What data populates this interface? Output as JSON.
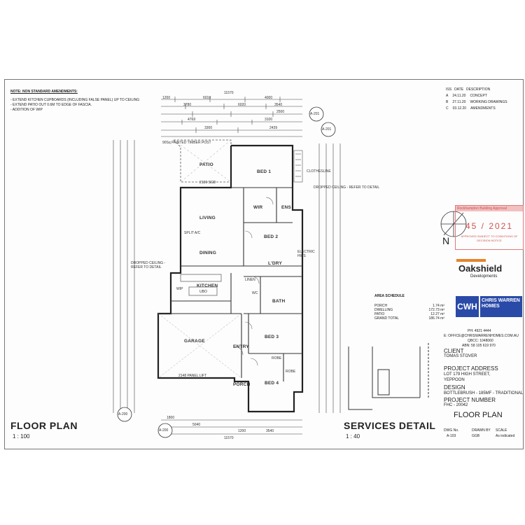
{
  "notes": {
    "heading": "NOTE: NON STANDARD AMENDMENTS:",
    "items": [
      "- EXTEND KITCHEN CUPBOARDS (INCLUDING FALSE PANEL) UP TO CEILING",
      "- EXTEND PATIO OUT 0.6M TO EDGE OF FASCIA.",
      "- ADDITION OF WIP"
    ]
  },
  "revisions": {
    "headers": [
      "ISS",
      "DATE",
      "DESCRIPTION"
    ],
    "rows": [
      [
        "A",
        "24.11.20",
        "CONCEPT"
      ],
      [
        "B",
        "27.11.20",
        "WORKING DRAWINGS"
      ],
      [
        "C",
        "03.12.20",
        "AMENDMENTS"
      ]
    ]
  },
  "stamp": {
    "header": "Rockhampton Building Approval",
    "number": "45 / 2021",
    "footer1": "APPROVED SUBJECT TO CONDITIONS OF",
    "footer2": "DECISION NOTICE"
  },
  "north": "N",
  "brand": {
    "oakshield": "Oakshield",
    "oakshield_sub": "Developments",
    "cwh": "CWH",
    "cwh_name": "CHRIS WARREN HOMES",
    "ph": "PH: 4921 4444",
    "email": "E: OFFICE@CHRISWARRENHOMES.COM.AU",
    "qbcc": "QBCC: 1048060",
    "abn": "ABN: 58 105 619 970"
  },
  "titleblock": {
    "client_label": "CLIENT",
    "client": "TOMAS STOVER",
    "address_label": "PROJECT ADDRESS",
    "address1": "LOT 179 HIGH STREET,",
    "address2": "YEPPOON",
    "design_label": "DESIGN",
    "design": "BOTTLEBRUSH - 185MF - TRADITIONAL",
    "projno_label": "PROJECT NUMBER",
    "projno": "FHC - 20042",
    "sheet_title": "FLOOR PLAN",
    "dwg_no_label": "DWG No.",
    "dwg_no": "A-103",
    "drawn_label": "DRAWN BY",
    "drawn": "GGB",
    "scale_label": "SCALE",
    "scale": "As indicated"
  },
  "area_schedule": {
    "title": "AREA SCHEDULE",
    "rows": [
      [
        "PORCH",
        "1.74 m²"
      ],
      [
        "DWELLING",
        "172.73 m²"
      ],
      [
        "PATIO",
        "12.27 m²"
      ],
      [
        "GRAND TOTAL",
        "186.74 m²"
      ]
    ]
  },
  "plan": {
    "floor_title": "FLOOR PLAN",
    "floor_scale": "1 : 100",
    "services_title": "SERVICES DETAIL",
    "services_scale": "1 : 40",
    "overall_dim": "11570",
    "rooms": {
      "patio": "PATIO",
      "bed1": "BED 1",
      "living": "LIVING",
      "dining": "DINING",
      "wir": "WIR",
      "ens": "ENS",
      "bed2": "BED 2",
      "ldry": "L'DRY",
      "linen": "LINEN",
      "bath": "BATH",
      "wc": "WC",
      "kitchen": "KITCHEN",
      "ubo": "UBO",
      "wip": "WIP",
      "garage": "GARAGE",
      "entry": "ENTRY",
      "porch": "PORCH",
      "bed3": "BED 3",
      "bed4": "BED 4",
      "robe3": "ROBE",
      "robe4": "ROBE"
    },
    "notes": {
      "timber_post": "90Sq PAINTED TIMBER POST",
      "dropped_ceiling_right": "DROPPED CEILING - REFER TO DETAIL",
      "dropped_ceiling_left": "DROPPED CEILING - REFER TO DETAIL",
      "electric_hws": "ELECTRIC HWS",
      "panel_lift": "2148 PANEL LIFT",
      "patio_door": "2136 SGD",
      "clothesline": "CLOTHESLINE",
      "split_ac": "SPLIT A/C"
    },
    "section_markers": [
      "A-201",
      "A-201",
      "A-200",
      "A-200"
    ],
    "top_dims": [
      "1200",
      "6010",
      "4000",
      "3780",
      "6020",
      "3540",
      "3100",
      "2500",
      "4769",
      "3300",
      "2439"
    ],
    "bottom_dims": [
      "1800",
      "5040",
      "1200",
      "3540"
    ]
  }
}
